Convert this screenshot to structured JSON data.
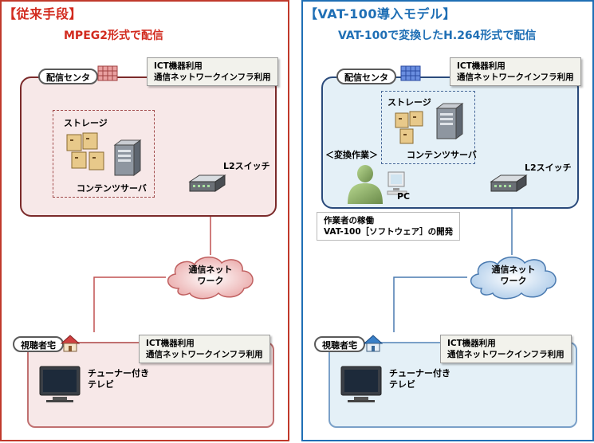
{
  "colors": {
    "left_accent": "#d22b1f",
    "right_accent": "#1f6fb5",
    "left_bg": "#f7e8e8",
    "right_bg": "#e4f0f7",
    "note_bg": "#f2f2ec"
  },
  "left": {
    "title": "【従来手段】",
    "subtitle": "MPEG2形式で配信",
    "center_label": "配信センタ",
    "center_note": [
      "ICT機器利用",
      "通信ネットワークインフラ利用"
    ],
    "storage_label": "ストレージ",
    "server_label": "コンテンツサーバ",
    "switch_label": "L2スイッチ",
    "network_label": [
      "通信ネット",
      "ワーク"
    ],
    "home_label": "視聴者宅",
    "home_note": [
      "ICT機器利用",
      "通信ネットワークインフラ利用"
    ],
    "tv_label": [
      "チューナー付き",
      "テレビ"
    ]
  },
  "right": {
    "title": "【VAT-100導入モデル】",
    "subtitle": "VAT-100で変換したH.264形式で配信",
    "center_label": "配信センタ",
    "center_note": [
      "ICT機器利用",
      "通信ネットワークインフラ利用"
    ],
    "storage_label": "ストレージ",
    "server_label": "コンテンツサーバ",
    "conversion_label": "＜変換作業＞",
    "pc_label": "PC",
    "switch_label": "L2スイッチ",
    "worker_note": [
      "作業者の稼働",
      "VAT-100［ソフトウェア］の開発"
    ],
    "network_label": [
      "通信ネット",
      "ワーク"
    ],
    "home_label": "視聴者宅",
    "home_note": [
      "ICT機器利用",
      "通信ネットワークインフラ利用"
    ],
    "tv_label": [
      "チューナー付き",
      "テレビ"
    ]
  },
  "icons": [
    "building-icon",
    "house-icon",
    "storage-icon",
    "server-icon",
    "switch-icon",
    "cloud-icon",
    "tv-icon",
    "worker-icon",
    "pc-icon"
  ]
}
